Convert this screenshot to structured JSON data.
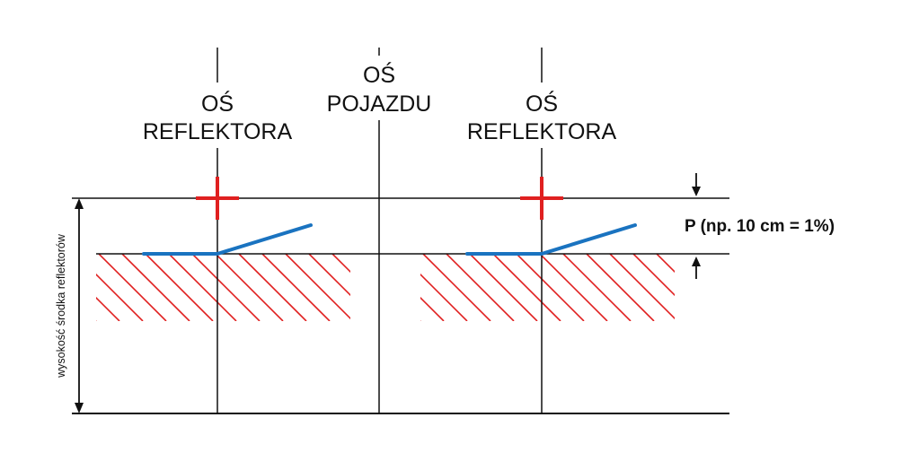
{
  "diagram": {
    "left_axis": {
      "line1": "OŚ",
      "line2": "REFLEKTORA"
    },
    "center_axis": {
      "line1": "OŚ",
      "line2": "POJAZDU"
    },
    "right_axis": {
      "line1": "OŚ",
      "line2": "REFLEKTORA"
    },
    "offset_label": "P (np. 10 cm = 1%)",
    "height_label": "wysokość środka reflektorów",
    "colors": {
      "line": "#111111",
      "cutoff": "#1a73c0",
      "hatch": "#e02020",
      "cross": "#e02020"
    }
  }
}
